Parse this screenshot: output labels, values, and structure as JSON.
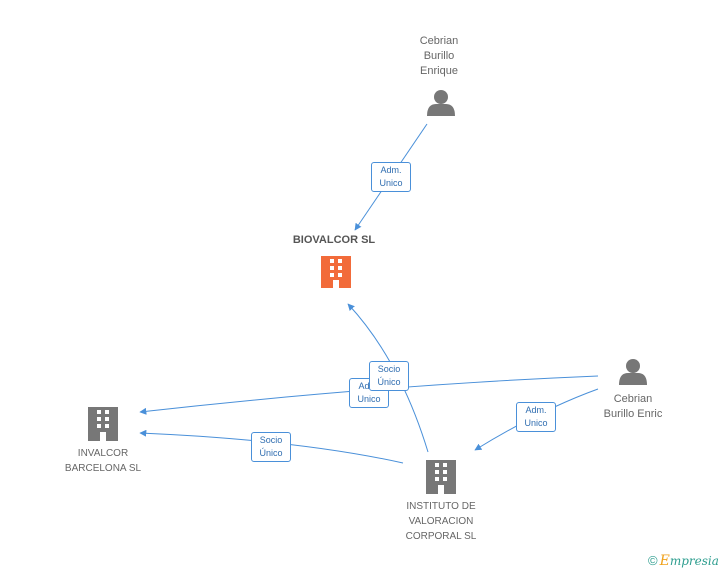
{
  "nodes": {
    "cebrian_burillo_enrique": {
      "line1": "Cebrian",
      "line2": "Burillo",
      "line3": "Enrique",
      "icon": "person-icon"
    },
    "biovalcor": {
      "name": "BIOVALCOR SL",
      "icon": "building-icon",
      "color": "#f26b3a"
    },
    "cebrian_burillo_enric": {
      "line1": "Cebrian",
      "line2": "Burillo Enric",
      "icon": "person-icon"
    },
    "invalcor": {
      "line1": "INVALCOR",
      "line2": "BARCELONA SL",
      "icon": "building-icon"
    },
    "instituto": {
      "line1": "INSTITUTO DE",
      "line2": "VALORACION",
      "line3": "CORPORAL SL",
      "icon": "building-icon"
    }
  },
  "edges": {
    "adm_enrique_biovalcor": {
      "line1": "Adm.",
      "line2": "Unico"
    },
    "socio_instituto_biovalcor": {
      "line1": "Socio",
      "line2": "Único"
    },
    "adm_enric_invalcor": {
      "line1": "Adm.",
      "line2": "Unico"
    },
    "socio_instituto_invalcor": {
      "line1": "Socio",
      "line2": "Único"
    },
    "adm_enric_instituto": {
      "line1": "Adm.",
      "line2": "Unico"
    }
  },
  "colors": {
    "edge": "#4a90d9",
    "node_gray": "#777777",
    "node_main": "#f26b3a"
  },
  "brand": {
    "copyright": "©",
    "first_letter": "E",
    "rest": "mpresia"
  }
}
